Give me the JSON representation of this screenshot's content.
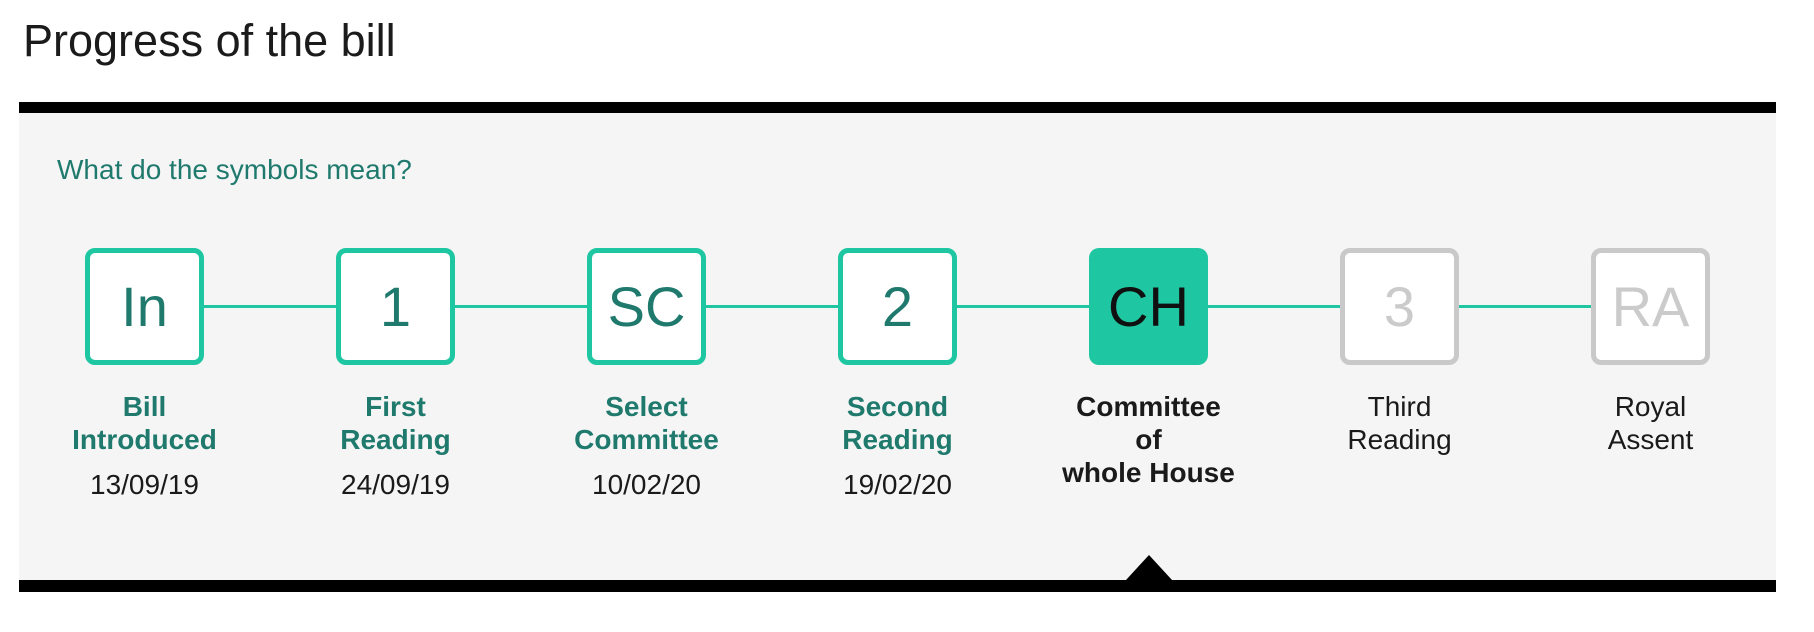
{
  "page": {
    "title": "Progress of the bill"
  },
  "panel": {
    "legend_link": "What do the symbols mean?",
    "stages": [
      {
        "symbol": "In",
        "label_lines": [
          "Bill",
          "Introduced"
        ],
        "date": "13/09/19",
        "state": "completed"
      },
      {
        "symbol": "1",
        "label_lines": [
          "First",
          "Reading"
        ],
        "date": "24/09/19",
        "state": "completed"
      },
      {
        "symbol": "SC",
        "label_lines": [
          "Select",
          "Committee"
        ],
        "date": "10/02/20",
        "state": "completed"
      },
      {
        "symbol": "2",
        "label_lines": [
          "Second",
          "Reading"
        ],
        "date": "19/02/20",
        "state": "completed"
      },
      {
        "symbol": "CH",
        "label_lines": [
          "Committee",
          "of",
          "whole House"
        ],
        "date": "",
        "state": "current"
      },
      {
        "symbol": "3",
        "label_lines": [
          "Third",
          "Reading"
        ],
        "date": "",
        "state": "future"
      },
      {
        "symbol": "RA",
        "label_lines": [
          "Royal",
          "Assent"
        ],
        "date": "",
        "state": "future"
      }
    ]
  },
  "theme": {
    "teal_bright": "#1ec6a2",
    "teal_dark": "#1f7a6d",
    "gray_border": "#c9c9c9",
    "gray_text": "#cbcbcb",
    "panel_background": "#f5f5f5",
    "bar_black": "#000000",
    "text_black": "#1a1a1a"
  }
}
